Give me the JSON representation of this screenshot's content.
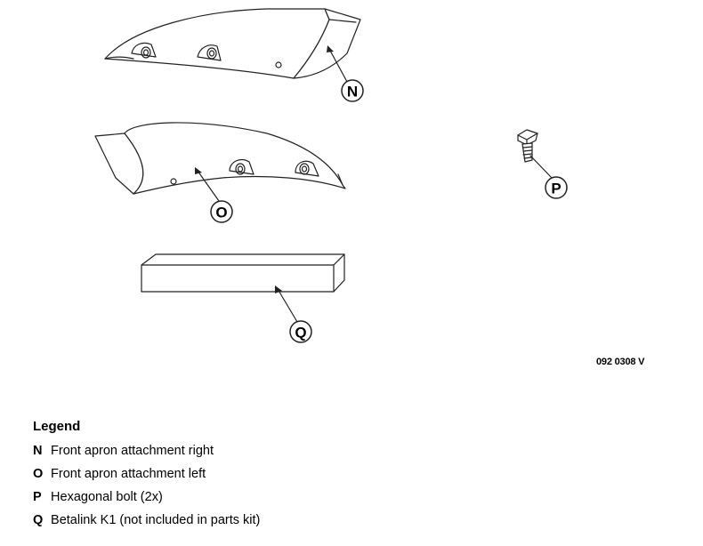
{
  "figure_code": "092 0308 V",
  "callouts": {
    "N": "N",
    "O": "O",
    "P": "P",
    "Q": "Q"
  },
  "legend": {
    "title": "Legend",
    "items": [
      {
        "key": "N",
        "text": "Front apron attachment right"
      },
      {
        "key": "O",
        "text": "Front apron attachment left"
      },
      {
        "key": "P",
        "text": "Hexagonal bolt (2x)"
      },
      {
        "key": "Q",
        "text": "Betalink K1 (not included in parts kit)"
      }
    ]
  }
}
